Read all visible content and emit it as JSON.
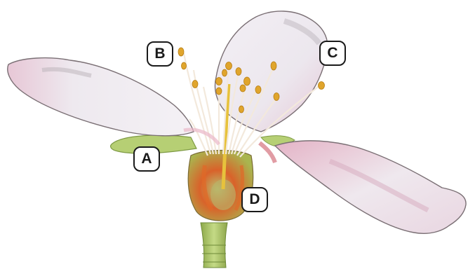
{
  "labels": {
    "A": "A",
    "B": "B",
    "C": "C",
    "D": "D"
  },
  "colors": {
    "petal_fill": "#f2eef2",
    "petal_pink": "#e9b6c8",
    "petal_grey": "#b9b2b8",
    "petal_outline": "#7a6f74",
    "sepal_green": "#b6cf74",
    "receptacle_orange": "#d9622a",
    "receptacle_green": "#9fb64f",
    "stem_green": "#a8c66a",
    "filament": "#f3e9dc",
    "anther": "#e0a52c",
    "style": "#e7c23c",
    "callout_border": "#1a1a1a"
  }
}
